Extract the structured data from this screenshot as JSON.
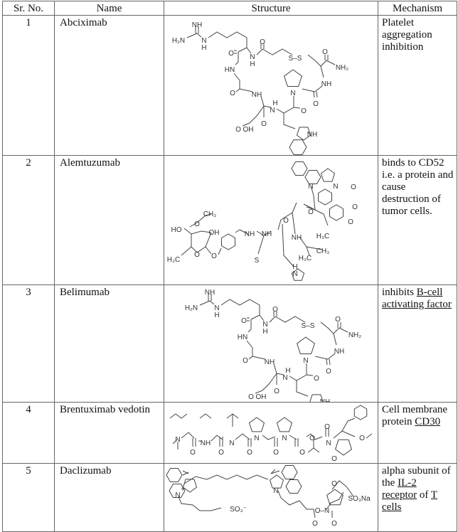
{
  "headers": {
    "sr": "Sr. No.",
    "name": "Name",
    "structure": "Structure",
    "mechanism": "Mechanism"
  },
  "rows": [
    {
      "sr": "1",
      "name": "Abciximab",
      "mechanism": [
        {
          "text": "Platelet aggregation inhibition",
          "link": false
        }
      ],
      "structure_labels": [
        "NH",
        "H₂N",
        "N",
        "H",
        "O",
        "O",
        "N",
        "H",
        "S–S",
        "O",
        "NH₂",
        "HN",
        "NH",
        "O",
        "NH",
        "N",
        "H",
        "N",
        "O",
        "O",
        "O",
        "O",
        "OH",
        "NH"
      ]
    },
    {
      "sr": "2",
      "name": "Alemtuzumab",
      "mechanism": [
        {
          "text": "binds to CD52 i.e. a protein and cause destruction of tumor cells.",
          "link": false
        }
      ],
      "structure_labels": [
        "N",
        "N",
        "O",
        "O",
        "O",
        "O",
        "H₃C",
        "CH₃",
        "H₃C",
        "NH",
        "O",
        "NH",
        "NH",
        "S",
        "O",
        "CH₃",
        "O",
        "HO",
        "OH",
        "H₃C",
        "O",
        "N",
        "H"
      ]
    },
    {
      "sr": "3",
      "name": "Belimumab",
      "mechanism": [
        {
          "text": " inhibits ",
          "link": false
        },
        {
          "text": "B-cell",
          "link": true
        },
        {
          "text": " ",
          "link": false
        },
        {
          "text": "activating factor",
          "link": true
        }
      ],
      "structure_labels": [
        "NH",
        "H₂N",
        "N",
        "H",
        "O",
        "O",
        "N",
        "H",
        "S–S",
        "O",
        "NH₂",
        "HN",
        "NH",
        "O",
        "NH",
        "N",
        "H",
        "N",
        "O",
        "O",
        "O",
        "O",
        "OH",
        "NH"
      ]
    },
    {
      "sr": "4",
      "name": "Brentuximab vedotin",
      "mechanism": [
        {
          "text": "Cell membrane protein ",
          "link": false
        },
        {
          "text": "CD30",
          "link": true
        }
      ],
      "structure_labels": [
        "N",
        "O",
        "NH",
        "O",
        "N",
        "O",
        "N",
        "O",
        "N",
        "O",
        "O",
        "O",
        "N",
        "O",
        "O"
      ]
    },
    {
      "sr": "5",
      "name": "Daclizumab",
      "mechanism": [
        {
          "text": "alpha subunit of the ",
          "link": false
        },
        {
          "text": "IL-2",
          "link": true
        },
        {
          "text": " ",
          "link": false
        },
        {
          "text": "receptor",
          "link": true
        },
        {
          "text": " of ",
          "link": false
        },
        {
          "text": "T cells",
          "link": true
        }
      ],
      "structure_labels": [
        "N",
        "+",
        "SO₃⁻",
        "N",
        "O",
        "O–N",
        "O",
        "SO₃Na",
        "O"
      ]
    }
  ]
}
